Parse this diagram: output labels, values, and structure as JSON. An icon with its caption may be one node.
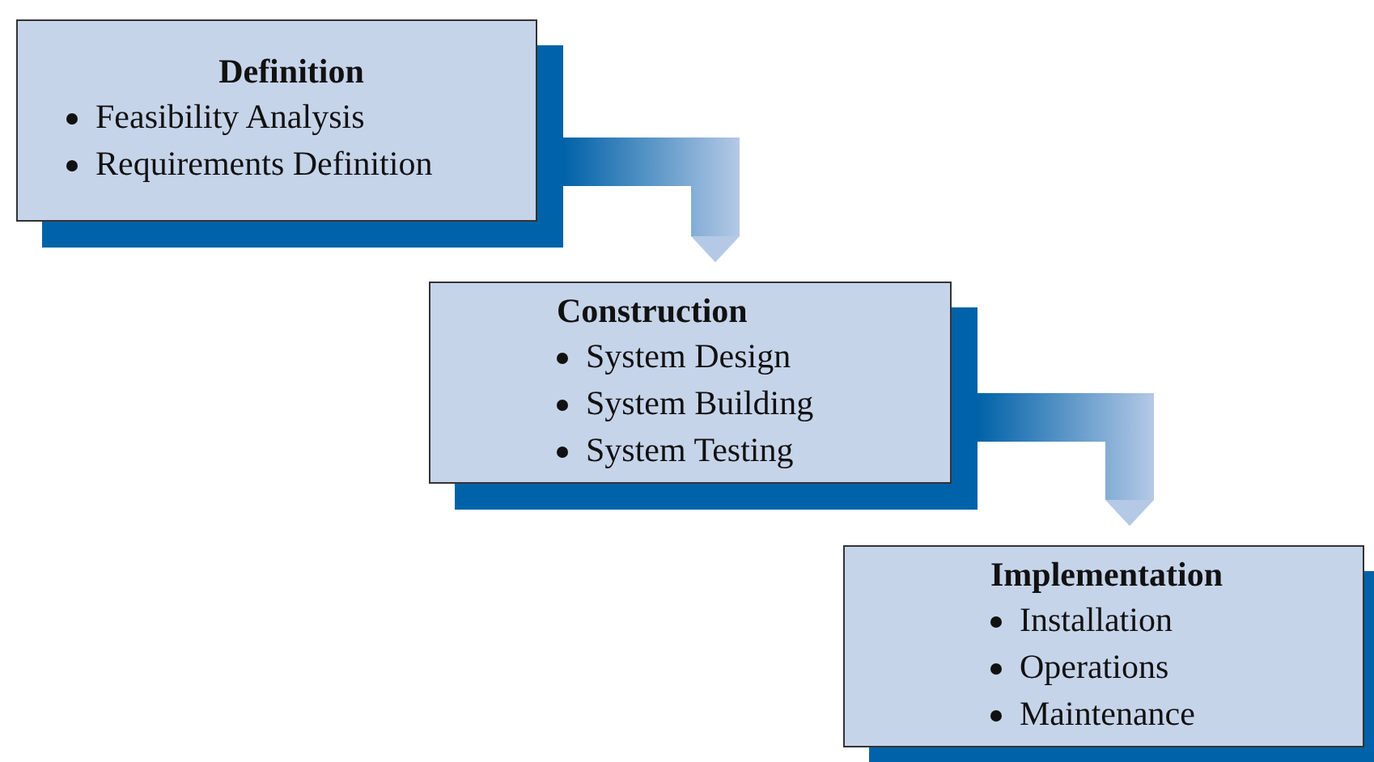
{
  "diagram": {
    "nodes": [
      {
        "text": [
          "Definition",
          "Feasibility Analysis",
          "Requirements Definition"
        ]
      },
      {
        "text": [
          "Construction",
          "System Design",
          "System Building",
          "System Testing"
        ]
      },
      {
        "text": [
          "Implementation",
          "Installation",
          "Operations",
          "Maintenance"
        ]
      }
    ],
    "edges": [
      {
        "from": 0,
        "to": 1,
        "arrow": "to",
        "style": "thick"
      },
      {
        "from": 1,
        "to": 2,
        "arrow": "to",
        "style": "thick"
      }
    ]
  }
}
